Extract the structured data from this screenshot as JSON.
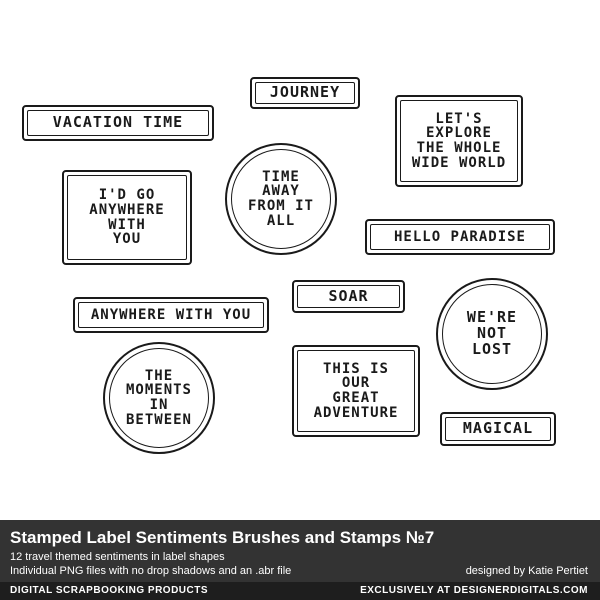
{
  "stamps": [
    {
      "text": "JOURNEY"
    },
    {
      "text": "VACATION TIME"
    },
    {
      "text": "LET'S\nEXPLORE\nTHE WHOLE\nWIDE WORLD"
    },
    {
      "text": "TIME\nAWAY\nFROM IT\nALL"
    },
    {
      "text": "I'D GO\nANYWHERE\nWITH\nYOU"
    },
    {
      "text": "HELLO PARADISE"
    },
    {
      "text": "ANYWHERE WITH YOU"
    },
    {
      "text": "SOAR"
    },
    {
      "text": "WE'RE\nNOT\nLOST"
    },
    {
      "text": "THE\nMOMENTS\nIN\nBETWEEN"
    },
    {
      "text": "THIS IS\nOUR\nGREAT\nADVENTURE"
    },
    {
      "text": "MAGICAL"
    }
  ],
  "footer": {
    "title": "Stamped Label Sentiments Brushes and Stamps №7",
    "line1": "12 travel themed sentiments in label shapes",
    "line2": "Individual PNG files with no drop shadows and an .abr file",
    "designer": "designed by Katie Pertiet",
    "left_tag": "DIGITAL SCRAPBOOKING PRODUCTS",
    "right_tag": "EXCLUSIVELY AT DESIGNERDIGITALS.COM"
  },
  "colors": {
    "ink": "#1a1a1a",
    "band": "#333333",
    "band_dark": "#1e1e1e"
  }
}
